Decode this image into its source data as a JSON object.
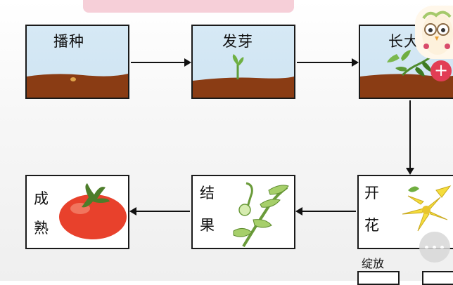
{
  "title": "",
  "stages": {
    "sow": "播种",
    "sprout": "发芽",
    "grow": "长大",
    "flower_1": "开",
    "flower_2": "花",
    "fruit_1": "结",
    "fruit_2": "果",
    "ripe_1": "成",
    "ripe_2": "熟"
  },
  "captions": {
    "bloom": "绽放"
  },
  "colors": {
    "sky": "#d3e7f4",
    "soil": "#8a3c14",
    "leaf": "#5f9d39",
    "tomato": "#e8412c",
    "flower": "#f5dd3c",
    "accent_button": "#e23d55",
    "title_banner": "#f6cfd8"
  },
  "icons": {
    "add": "plus-icon",
    "more": "more-icon"
  },
  "plus_label": "+"
}
